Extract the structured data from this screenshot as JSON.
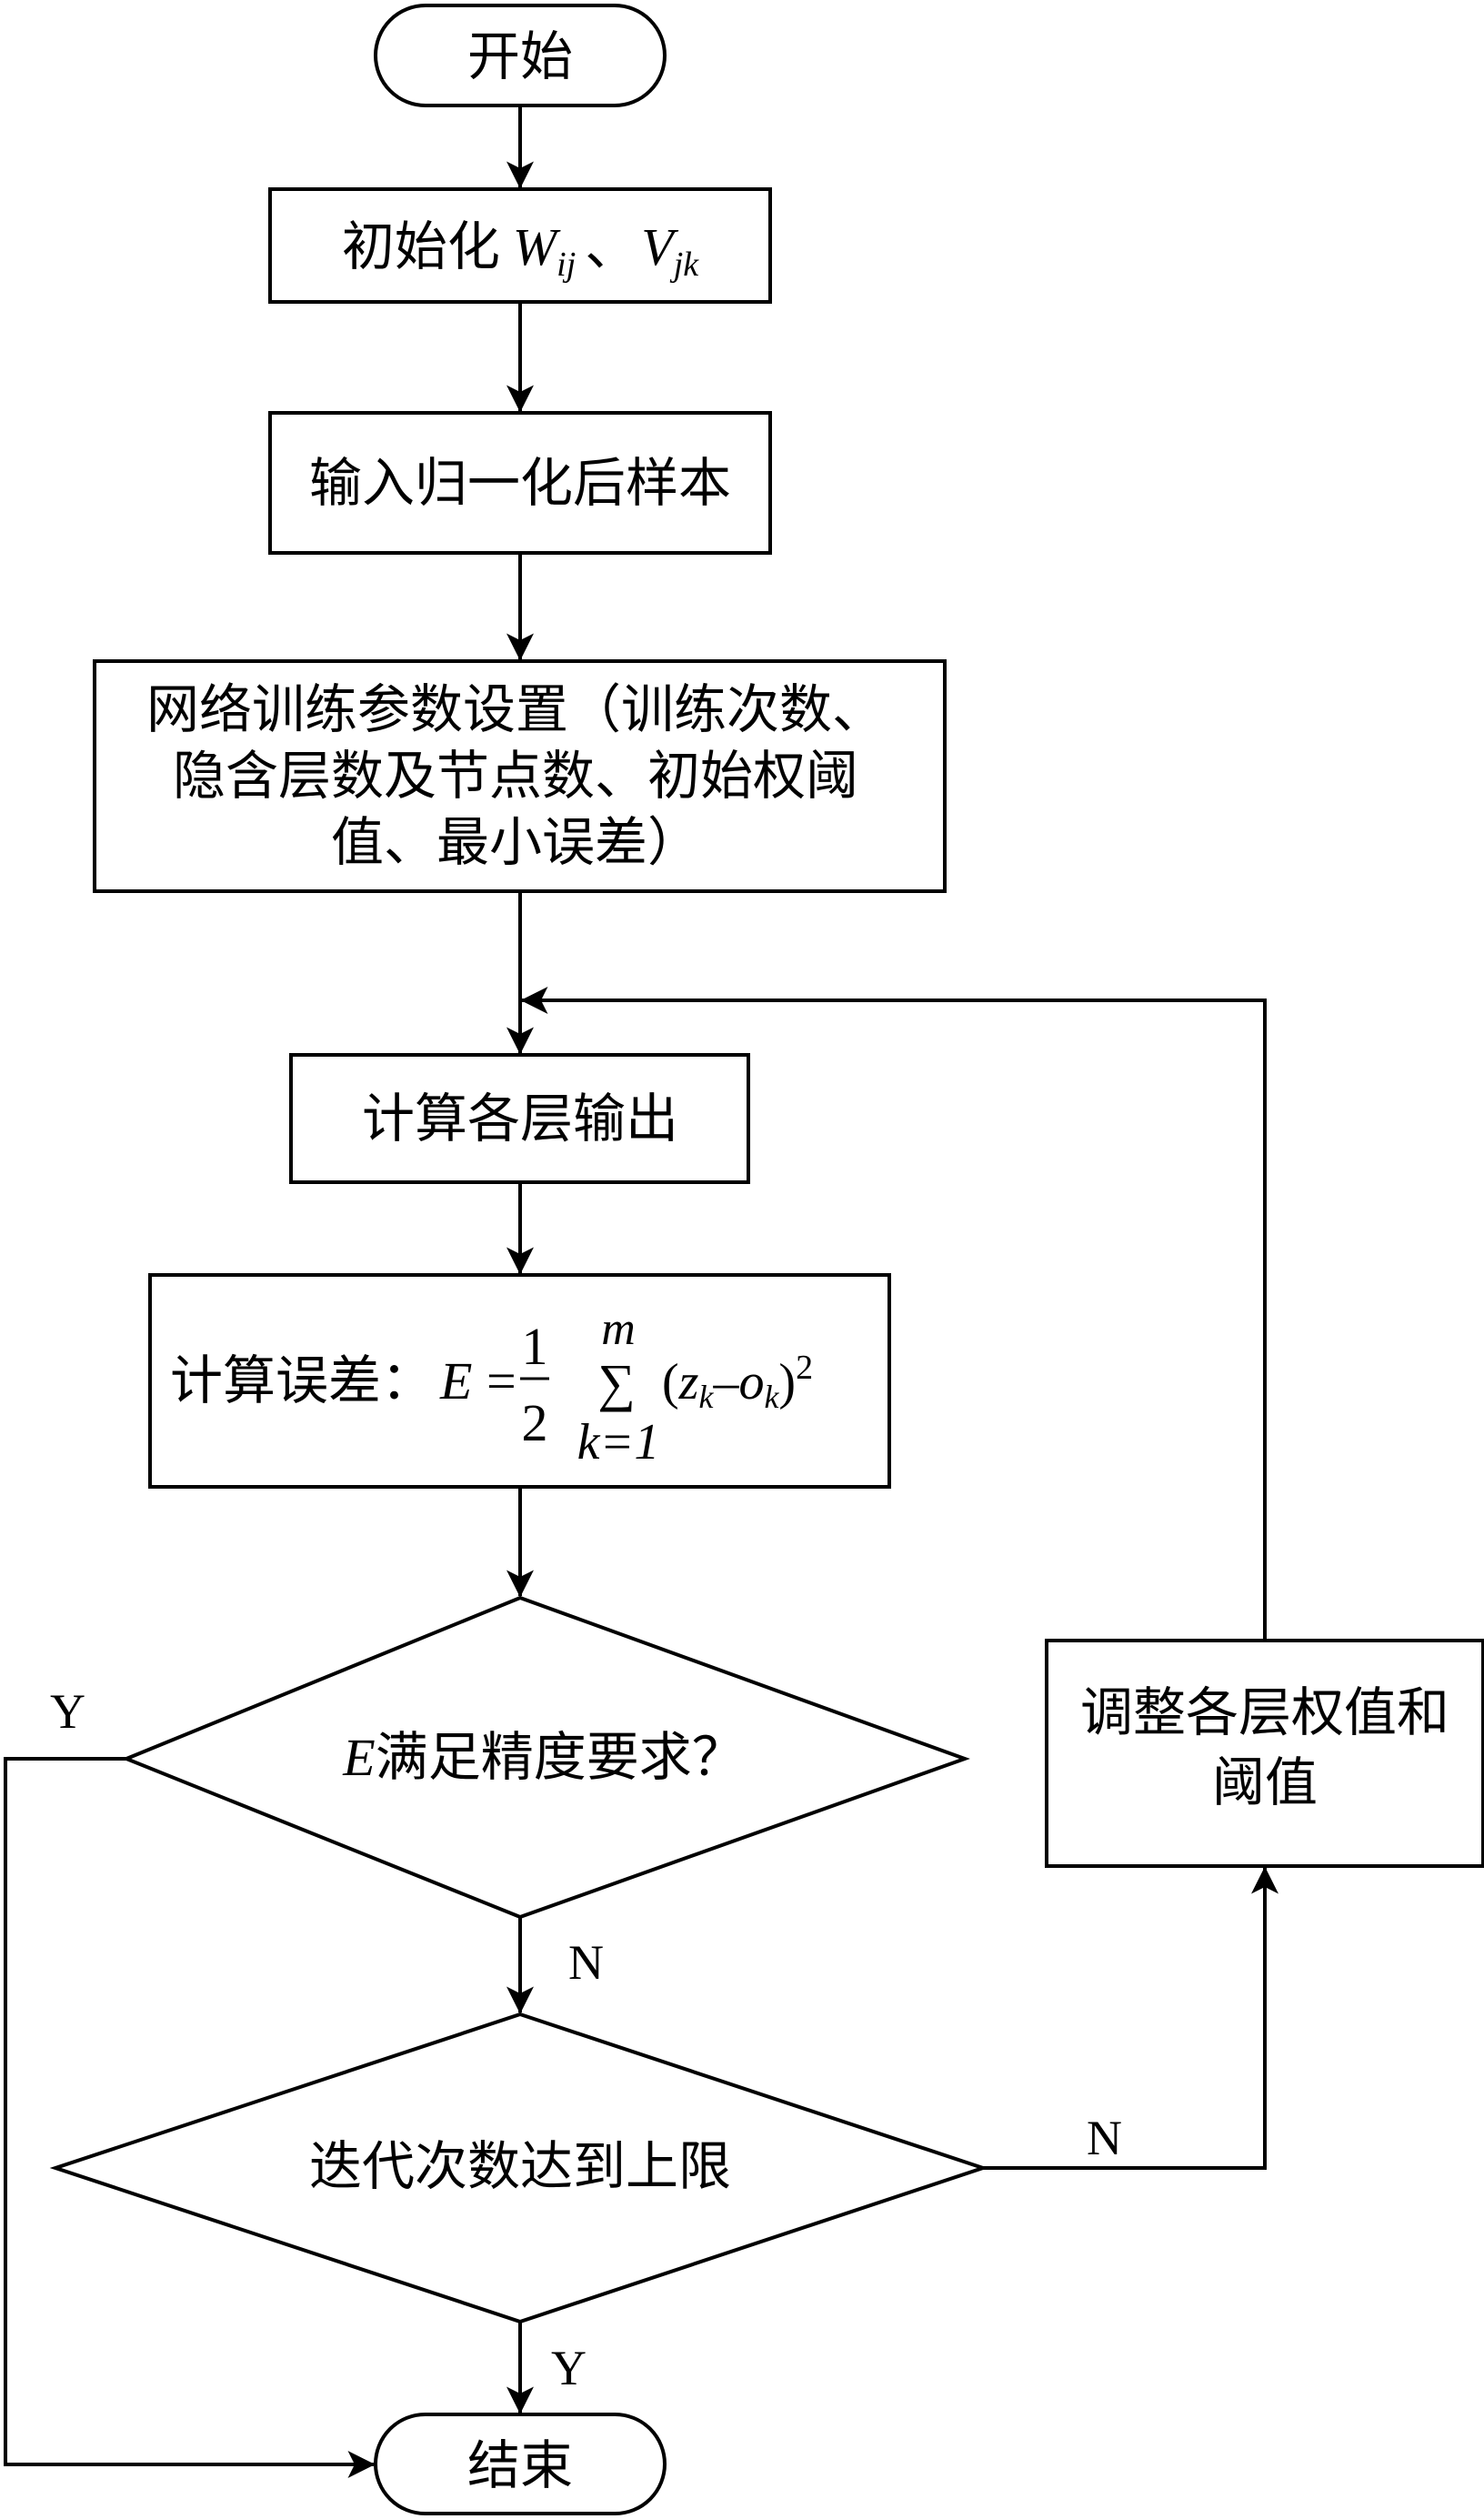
{
  "flowchart": {
    "start": "开始",
    "init": {
      "prefix": "初始化",
      "w": "W",
      "w_sub": "ij",
      "sep": "、",
      "v": "V",
      "v_sub": "jk"
    },
    "input_samples": "输入归一化后样本",
    "params": {
      "line1": "网络训练参数设置（训练次数、",
      "line2": "隐含层数及节点数、初始权阈",
      "line3": "值、最小误差）"
    },
    "compute_output": "计算各层输出",
    "compute_error": {
      "prefix": "计算误差：",
      "E": "E",
      "eq": "=",
      "frac_num": "1",
      "frac_den": "2",
      "sum": "∑",
      "sum_upper": "m",
      "sum_lower": "k=1",
      "lparen": "(",
      "z": "z",
      "z_sub": "k",
      "minus": "–",
      "o": "o",
      "o_sub": "k",
      "rparen": ")",
      "power": "2"
    },
    "decision_precision": {
      "E": "E",
      "text": "满足精度要求？"
    },
    "decision_iterations": "迭代次数达到上限",
    "adjust": {
      "line1": "调整各层权值和",
      "line2": "阈值"
    },
    "end": "结束",
    "labels": {
      "yes_precision": "Y",
      "no_precision": "N",
      "no_iterations": "N",
      "yes_iterations": "Y"
    }
  },
  "colors": {
    "stroke": "#000000",
    "background": "#ffffff"
  }
}
